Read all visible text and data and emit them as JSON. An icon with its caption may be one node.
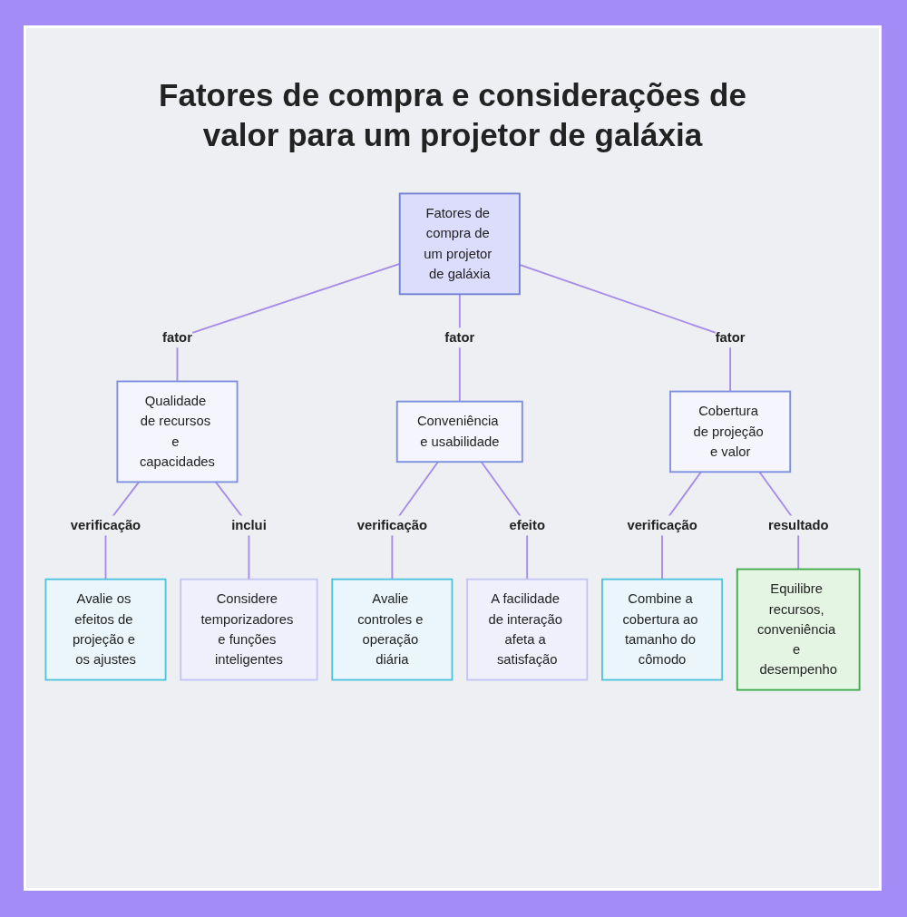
{
  "diagram": {
    "title": "Fatores de compra e considerações de valor para um projetor de galáxia",
    "nodes": [
      {
        "text": [
          "Fatores de compra de um projetor de galáxia"
        ]
      },
      {
        "text": [
          "Qualidade de recursos e capacidades"
        ]
      },
      {
        "text": [
          "Conveniência e usabilidade"
        ]
      },
      {
        "text": [
          "Cobertura de projeção e valor"
        ]
      },
      {
        "text": [
          "Avalie os efeitos de projeção e os ajustes"
        ]
      },
      {
        "text": [
          "Considere temporizadores e funções inteligentes"
        ]
      },
      {
        "text": [
          "Avalie controles e operação diária"
        ]
      },
      {
        "text": [
          "A facilidade de interação afeta a satisfação"
        ]
      },
      {
        "text": [
          "Combine a cobertura ao tamanho do cômodo"
        ]
      },
      {
        "text": [
          "Equilibre recursos, conveniência e desempenho"
        ]
      }
    ],
    "edges": [
      {
        "from": 0,
        "to": 1,
        "arrow": "none",
        "label": "fator"
      },
      {
        "from": 0,
        "to": 2,
        "arrow": "none",
        "label": "fator"
      },
      {
        "from": 0,
        "to": 3,
        "arrow": "none",
        "label": "fator"
      },
      {
        "from": 1,
        "to": 4,
        "arrow": "none",
        "label": "verificação"
      },
      {
        "from": 1,
        "to": 5,
        "arrow": "none",
        "label": "inclui"
      },
      {
        "from": 2,
        "to": 6,
        "arrow": "none",
        "label": "verificação"
      },
      {
        "from": 2,
        "to": 7,
        "arrow": "none",
        "label": "efeito"
      },
      {
        "from": 3,
        "to": 8,
        "arrow": "none",
        "label": "verificação"
      },
      {
        "from": 3,
        "to": 9,
        "arrow": "none",
        "label": "resultado"
      }
    ]
  }
}
